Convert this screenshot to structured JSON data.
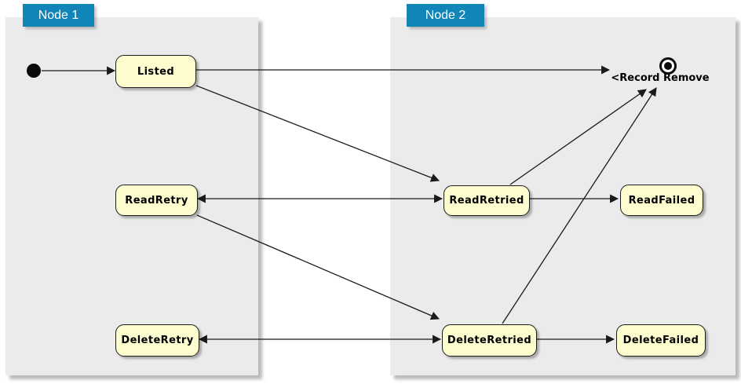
{
  "diagram": {
    "type": "state-machine-diagram",
    "nodes": [
      {
        "label": "Node 1"
      },
      {
        "label": "Node 2"
      }
    ],
    "states": {
      "listed": {
        "label": "Listed",
        "node": "Node 1"
      },
      "readretry": {
        "label": "ReadRetry",
        "node": "Node 1"
      },
      "deleteretry": {
        "label": "DeleteRetry",
        "node": "Node 1"
      },
      "readretried": {
        "label": "ReadRetried",
        "node": "Node 2"
      },
      "readfailed": {
        "label": "ReadFailed",
        "node": "Node 2"
      },
      "deleteretried": {
        "label": "DeleteRetried",
        "node": "Node 2"
      },
      "deletefailed": {
        "label": "DeleteFailed",
        "node": "Node 2"
      }
    },
    "initial_marker": "initial-state-dot",
    "final_label": "<Record Remove",
    "edges": [
      {
        "from": "initial",
        "to": "Listed"
      },
      {
        "from": "Listed",
        "to": "final (<Record Remove)"
      },
      {
        "from": "Listed",
        "to": "ReadRetried"
      },
      {
        "from": "ReadRetried",
        "to": "ReadRetry"
      },
      {
        "from": "ReadRetry",
        "to": "ReadRetried"
      },
      {
        "from": "ReadRetried",
        "to": "ReadFailed"
      },
      {
        "from": "ReadRetried",
        "to": "final (<Record Remove)"
      },
      {
        "from": "ReadRetry",
        "to": "DeleteRetried"
      },
      {
        "from": "DeleteRetried",
        "to": "DeleteRetry"
      },
      {
        "from": "DeleteRetry",
        "to": "DeleteRetried"
      },
      {
        "from": "DeleteRetried",
        "to": "DeleteFailed"
      },
      {
        "from": "DeleteRetried",
        "to": "final (<Record Remove)"
      }
    ]
  },
  "colors": {
    "node_header_bg": "#1285B8",
    "node_header_text": "#ffffff",
    "node_container_bg": "#EBEBEB",
    "state_fill": "#FCFCCE",
    "state_border": "#1c1c1c",
    "edge_color": "#1a1a1a",
    "background": "#ffffff"
  }
}
